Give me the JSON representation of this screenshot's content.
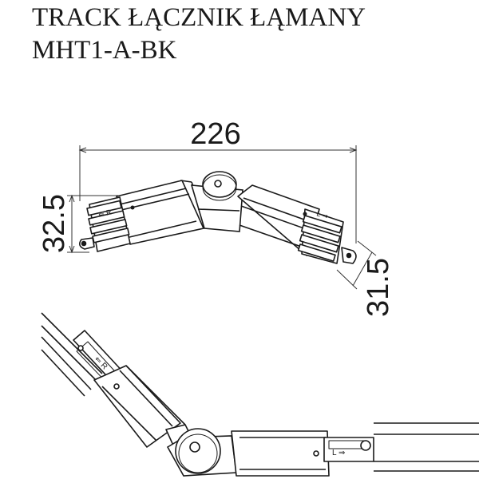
{
  "header": {
    "title": "TRACK ŁĄCZNIK ŁĄMANY",
    "code": "MHT1-A-BK"
  },
  "dimensions": {
    "width": "226",
    "height": "32.5",
    "depth": "31.5"
  },
  "markings": {
    "left_arrow_text": "⇐ R",
    "right_arrow_text": "L ⇒"
  }
}
